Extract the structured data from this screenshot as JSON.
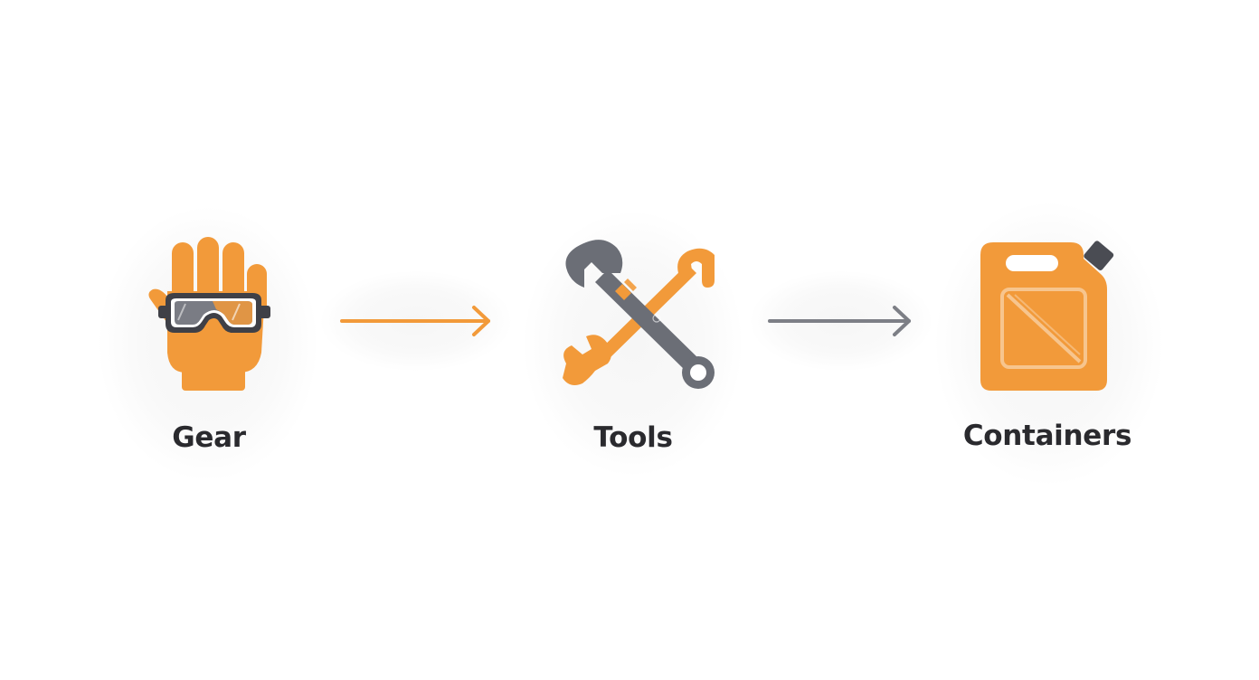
{
  "steps": [
    {
      "label": "Gear",
      "icon": "glove-goggles-icon"
    },
    {
      "label": "Tools",
      "icon": "wrench-crowbar-icon"
    },
    {
      "label": "Containers",
      "icon": "jerry-can-icon"
    }
  ],
  "arrows": [
    {
      "from": "Gear",
      "to": "Tools",
      "color": "#f29a3a"
    },
    {
      "from": "Tools",
      "to": "Containers",
      "color": "#7d7f86"
    }
  ],
  "colors": {
    "accent_orange": "#f29a3a",
    "gray": "#6b6e76",
    "label_text": "#2a2a2e",
    "background": "#ffffff"
  }
}
